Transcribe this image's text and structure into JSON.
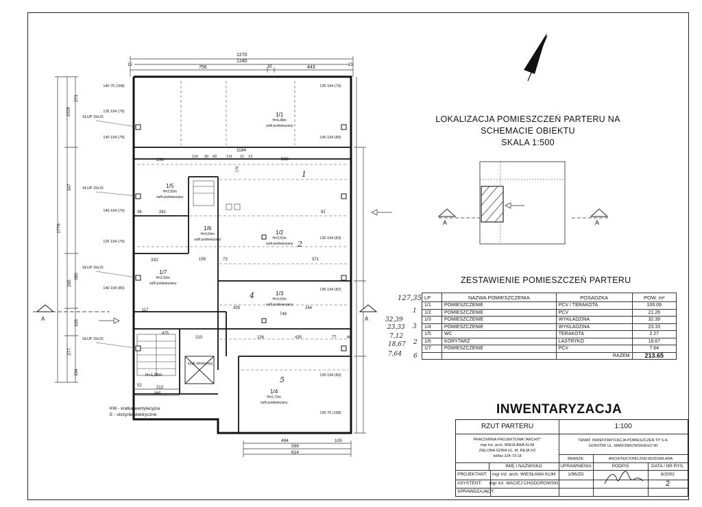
{
  "plan": {
    "dims_top": [
      "1270",
      "1240",
      "15",
      "756",
      "30",
      "443",
      "15"
    ],
    "dims_left": [
      "1776",
      "1029",
      "347",
      "271",
      "285",
      "265",
      "277",
      "126",
      "104"
    ],
    "dims_bottom": [
      "52",
      "213",
      "265",
      "494",
      "105",
      "599",
      "614"
    ],
    "dims_inner": [
      "1184",
      "296",
      "116",
      "30",
      "43",
      "131",
      "21",
      "13",
      "588",
      "170",
      "261",
      "36",
      "92",
      "332",
      "159",
      "73",
      "371",
      "305",
      "749",
      "244",
      "226",
      "435",
      "210",
      "117",
      "475",
      "40",
      "77"
    ],
    "room_labels": [
      {
        "id": "1/1",
        "h": "H=4,48m",
        "note": "sufit podwieszany"
      },
      {
        "id": "1/2",
        "h": "H=3,52m",
        "note": "sufit podwieszany"
      },
      {
        "id": "1/3",
        "h": "H=3,52m",
        "note": "sufit podwieszany"
      },
      {
        "id": "1/4",
        "h": "H=2,72m",
        "note": "sufit podwieszany"
      },
      {
        "id": "1/5",
        "h": "H=3,50m",
        "note": "sufit podwieszany"
      },
      {
        "id": "1/6",
        "h": "H=3,54m",
        "note": "sufit podwieszany"
      },
      {
        "id": "1/7",
        "h": "H=2,92m",
        "note": "sufit podwieszany"
      }
    ],
    "windows": [
      "140 75 (168)",
      "135 194 (79)",
      "140 194 (79)",
      "140 194 (80)",
      "125 194 (79)",
      "140 194 (80)",
      "135 194 (82)",
      "130 194 (83)",
      "130 75 (198)"
    ],
    "columns": [
      "SŁUP 15x15",
      "SŁUP 15x15",
      "SŁUP 15x15",
      "SŁUP 15x15"
    ],
    "stair_note": "H=1,98m",
    "lift_label": "szyb dźwigowy",
    "section_mark": "A"
  },
  "legend": {
    "line1": "KW - kratka wentylacyjna",
    "line2": "E - skrzynki elektryczne"
  },
  "schematic": {
    "title_line1": "LOKALIZACJA POMIESZCZEŃ PARTERU NA",
    "title_line2": "SCHEMACIE OBIEKTU",
    "title_line3": "SKALA 1:500",
    "section_left": "A",
    "section_right": "A"
  },
  "table": {
    "title": "ZESTAWIENIE POMIESZCZEŃ PARTERU",
    "headers": [
      "LP",
      "NAZWA POMIESZCZENIA",
      "POSADZKA",
      "POW. m²"
    ],
    "rows": [
      [
        "1/1",
        "POMIESZCZENIE",
        "PCV / TERAKOTA",
        "106.09"
      ],
      [
        "1/2",
        "POMIESZCZENIE",
        "PCV",
        "21.26"
      ],
      [
        "1/3",
        "POMIESZCZENIE",
        "WYKŁADZINA",
        "32.39"
      ],
      [
        "1/4",
        "POMIESZCZENIE",
        "WYKŁADZINA",
        "23.33"
      ],
      [
        "1/5",
        "WC",
        "TERAKOTA",
        "2.27"
      ],
      [
        "1/6",
        "KORYTARZ",
        "LASTRYKO",
        "18.67"
      ],
      [
        "1/7",
        "POMIESZCZENIE",
        "PCV",
        "7.64"
      ]
    ],
    "total_label": "RAZEM",
    "total_value": "213.65"
  },
  "handwriting": {
    "top": "127,35",
    "left": [
      "32,39",
      "23,33",
      "7,12",
      "18,67",
      "7,64"
    ],
    "right_marks": [
      "1",
      "2",
      "3",
      "4",
      "5",
      "6"
    ]
  },
  "heading": "INWENTARYZACJA",
  "title_block": {
    "drawing": "RZUT PARTERU",
    "scale": "1:100",
    "office_line1": "PRACOWNIA PROJEKTOWA \"ARCHIT\"",
    "office_line2": "mgr inż. arch. WIESŁAWA KLIM",
    "office_line3": "ZIELONA GÓRA UL. M. REJA 3/2",
    "office_line4": "tel/fax 324-73-18",
    "topic_line1": "TEMAT: INWENTARYZACJA POMIESZCZEŃ TP S.A.",
    "topic_line2": "GORZÓW UL. MARCINKOWSKIEGO 90",
    "branza_label": "BRANŻA:",
    "branza_value": "ARCHITEKTONICZNO-BUDOWLANA",
    "col_name": "IMIĘ I NAZWISKO",
    "col_upr": "UPRAWNIENIA",
    "col_podpis": "PODPIS",
    "col_date": "DATA / NR RYS.",
    "projektant_label": "PROJEKTANT:",
    "projektant_name": "mgr inż. arch. WIESŁAWA KLIM",
    "projektant_upr": "1/96/ZG",
    "date": "8/2002",
    "asystent_label": "ASYSTENT:",
    "asystent_name": "mgr inż. MACIEJ CHODOROWSKI",
    "sprawdzajacy_label": "SPRAWDZAJĄCY:",
    "sheet_no": "2"
  }
}
